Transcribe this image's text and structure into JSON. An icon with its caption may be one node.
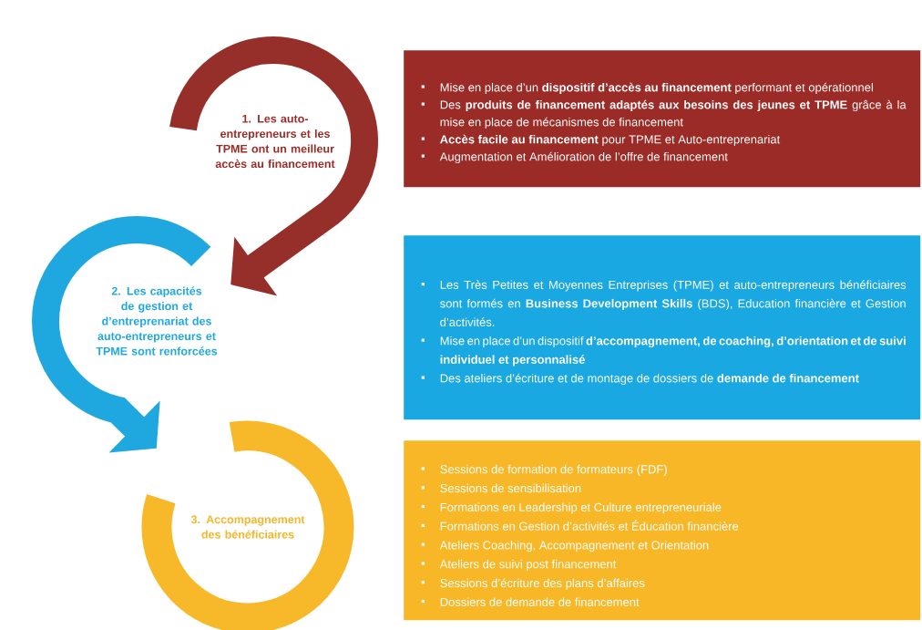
{
  "diagram": {
    "nodes": [
      {
        "text": [
          "1. Les auto-entrepreneurs et les TPME ont un meilleur accès au financement"
        ]
      },
      {
        "text": [
          "2. Les capacités de gestion et d’entreprenariat des auto-entrepreneurs et TPME sont renforcées"
        ]
      },
      {
        "text": [
          "3. Accompagnement des bénéficiaires"
        ]
      },
      {
        "text": [
          "Mise en place d’un **dispositif d’accès au financement** performant et opérationnel",
          "Des **produits de financement adaptés aux besoins des jeunes et TPME** grâce à la mise en place de mécanismes de financement",
          "**Accès facile au financement** pour TPME et Auto-entreprenariat",
          "Augmentation et Amélioration de l’offre de financement"
        ]
      },
      {
        "text": [
          "Les Très Petites et Moyennes Entreprises (TPME) et auto-entrepreneurs bénéficiaires sont formés en **Business Development Skills** (BDS), Education financière et Gestion d’activités.",
          "Mise en place d’un dispositif **d’accompagnement, de coaching, d’orientation et de suivi individuel et personnalisé**",
          "Des ateliers d’écriture et de montage de dossiers de **demande de financement**"
        ]
      },
      {
        "text": [
          "Sessions de formation de formateurs (FDF)",
          "Sessions de sensibilisation",
          "Formations en Leadership et Culture entrepreneuriale",
          "Formations en Gestion d’activités et Éducation financière",
          "Ateliers Coaching, Accompagnement et Orientation",
          "Ateliers de suivi post financement",
          "Sessions d’écriture des plans d’affaires",
          "Dossiers de demande de financement"
        ]
      }
    ],
    "edges": [
      {
        "from": 0,
        "to": 1,
        "arrow": "to",
        "color": "#962f2a"
      },
      {
        "from": 1,
        "to": 2,
        "arrow": "to",
        "color": "#1fa8e0"
      }
    ]
  }
}
